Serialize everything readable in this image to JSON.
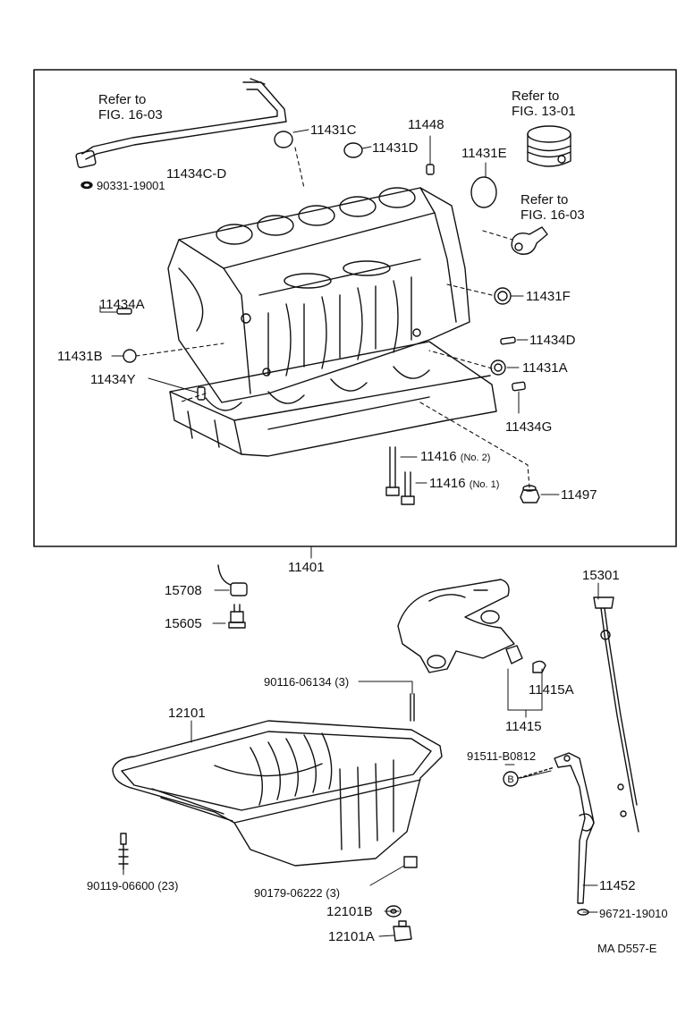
{
  "refs": {
    "fig_16_03_a": [
      "Refer to",
      "FIG. 16-03"
    ],
    "fig_13_01": [
      "Refer to",
      "FIG. 13-01"
    ],
    "fig_16_03_b": [
      "Refer to",
      "FIG. 16-03"
    ]
  },
  "labels": {
    "p90331": "90331-19001",
    "p11434cd": "11434C-D",
    "p11431c": "11431C",
    "p11431d": "11431D",
    "p11448": "11448",
    "p11431e": "11431E",
    "p11431f": "11431F",
    "p11434a": "11434A",
    "p11431b": "11431B",
    "p11434y": "11434Y",
    "p11434d": "11434D",
    "p11431a": "11431A",
    "p11434g": "11434G",
    "p11416_no2": "11416",
    "p11416_no2_note": "(No. 2)",
    "p11416_no1": "11416",
    "p11416_no1_note": "(No. 1)",
    "p11497": "11497",
    "p11401": "11401",
    "p15708": "15708",
    "p15605": "15605",
    "p15301": "15301",
    "p90116": "90116-06134 (3)",
    "p12101": "12101",
    "p11415a": "11415A",
    "p11415": "11415",
    "p91511": "91511-B0812",
    "p90119": "90119-06600 (23)",
    "p90179": "90179-06222 (3)",
    "p12101b": "12101B",
    "p12101a": "12101A",
    "p11452": "11452",
    "p96721": "96721-19010",
    "callout_b": "B",
    "code": "MA  D557-E"
  }
}
